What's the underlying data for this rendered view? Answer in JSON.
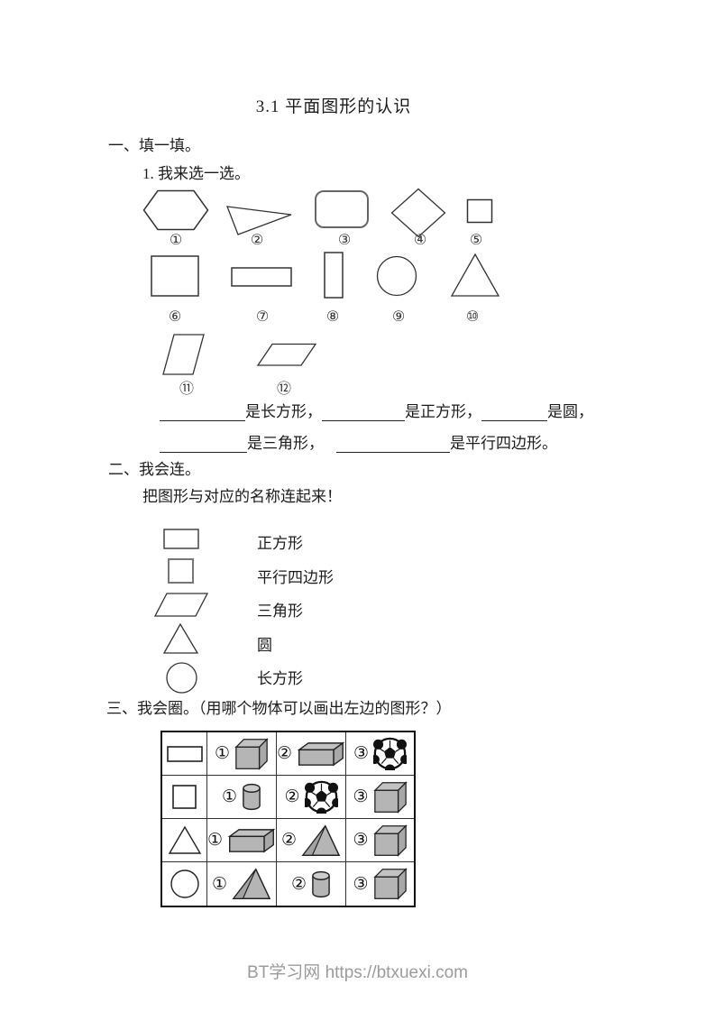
{
  "page": {
    "title": "3.1 平面图形的认识",
    "footer": "BT学习网 https://btxuexi.com"
  },
  "colors": {
    "text": "#1c1c1c",
    "footer_text": "#9b9b9b",
    "object_fill": "#b5b5b5",
    "object_top_fill": "#c2c2c2",
    "stroke": "#333333"
  },
  "section1": {
    "heading": "一、填一填。",
    "subheading": "1. 我来选一选。",
    "shapes": [
      "hexagon",
      "triangle",
      "rounded-rectangle",
      "diamond",
      "small-square",
      "square",
      "wide-rectangle",
      "tall-rectangle",
      "circle",
      "triangle",
      "parallelogram",
      "parallelogram"
    ],
    "labels": [
      "①",
      "②",
      "③",
      "④",
      "⑤",
      "⑥",
      "⑦",
      "⑧",
      "⑨",
      "⑩",
      "⑪",
      "⑫"
    ],
    "line1": [
      "是长方形，",
      "是正方形，",
      "是圆，"
    ],
    "line2": [
      "是三角形，",
      "是平行四边形。"
    ]
  },
  "section2": {
    "heading": "二、我会连。",
    "instruction": "把图形与对应的名称连起来！",
    "shapes": [
      "rectangle",
      "square",
      "parallelogram",
      "triangle",
      "circle"
    ],
    "names": [
      "正方形",
      "平行四边形",
      "三角形",
      "圆",
      "长方形"
    ]
  },
  "section3": {
    "heading": "三、我会圈。（用哪个物体可以画出左边的图形？）",
    "rows": [
      {
        "shape": "rectangle",
        "options": [
          {
            "num": "①",
            "object": "cube"
          },
          {
            "num": "②",
            "object": "cuboid"
          },
          {
            "num": "③",
            "object": "soccer-ball"
          }
        ]
      },
      {
        "shape": "square",
        "options": [
          {
            "num": "①",
            "object": "cylinder"
          },
          {
            "num": "②",
            "object": "soccer-ball"
          },
          {
            "num": "③",
            "object": "cube"
          }
        ]
      },
      {
        "shape": "triangle",
        "options": [
          {
            "num": "①",
            "object": "cuboid"
          },
          {
            "num": "②",
            "object": "triangular-prism"
          },
          {
            "num": "③",
            "object": "cube"
          }
        ]
      },
      {
        "shape": "circle",
        "options": [
          {
            "num": "①",
            "object": "triangular-prism"
          },
          {
            "num": "②",
            "object": "cylinder"
          },
          {
            "num": "③",
            "object": "cube"
          }
        ]
      }
    ]
  }
}
